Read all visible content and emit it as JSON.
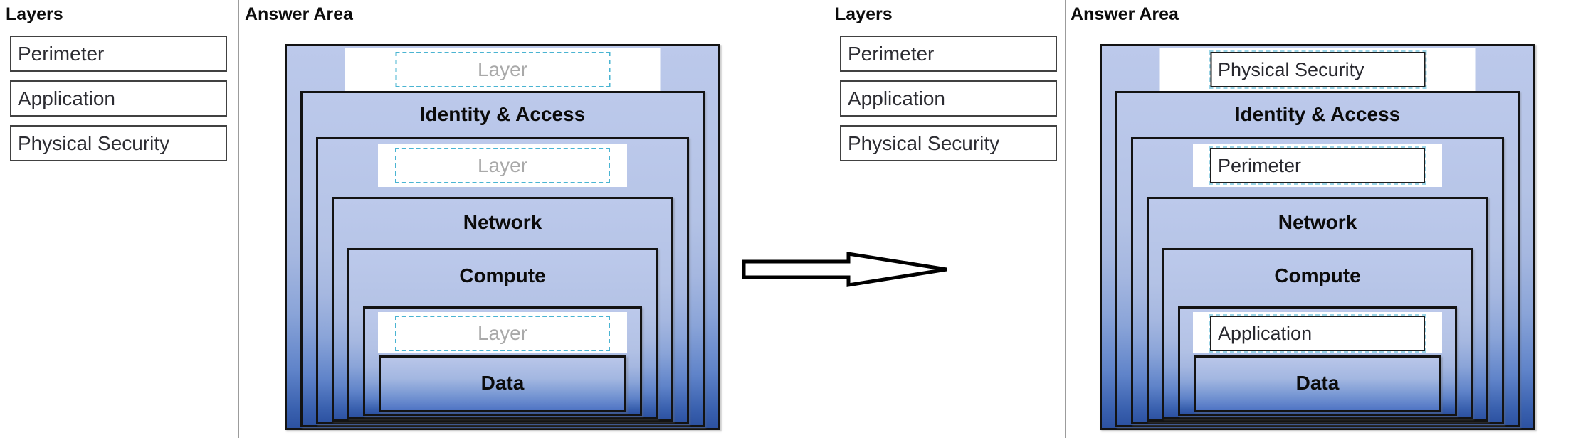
{
  "colors": {
    "diagram_light_blue": "#b4c3e5",
    "diagram_dark_blue": "#2e53a2",
    "ring_border": "#131313",
    "slot_dashed_border": "#4ab4d2",
    "placeholder_text_color": "#a9a9a9",
    "option_border": "#414141"
  },
  "icons": {
    "transform_arrow": "right-arrow"
  },
  "before": {
    "layers_panel": {
      "title": "Layers",
      "items": [
        "Perimeter",
        "Application",
        "Physical Security"
      ]
    },
    "answer_area": {
      "title": "Answer Area",
      "fixed_labels": [
        "Identity & Access",
        "Network",
        "Compute",
        "Data"
      ],
      "slots": [
        {
          "placeholder": "Layer",
          "value": ""
        },
        {
          "placeholder": "Layer",
          "value": ""
        },
        {
          "placeholder": "Layer",
          "value": ""
        }
      ]
    }
  },
  "after": {
    "layers_panel": {
      "title": "Layers",
      "items": [
        "Perimeter",
        "Application",
        "Physical Security"
      ]
    },
    "answer_area": {
      "title": "Answer Area",
      "fixed_labels": [
        "Identity & Access",
        "Network",
        "Compute",
        "Data"
      ],
      "slots": [
        {
          "value": "Physical Security"
        },
        {
          "value": "Perimeter"
        },
        {
          "value": "Application"
        }
      ]
    }
  }
}
